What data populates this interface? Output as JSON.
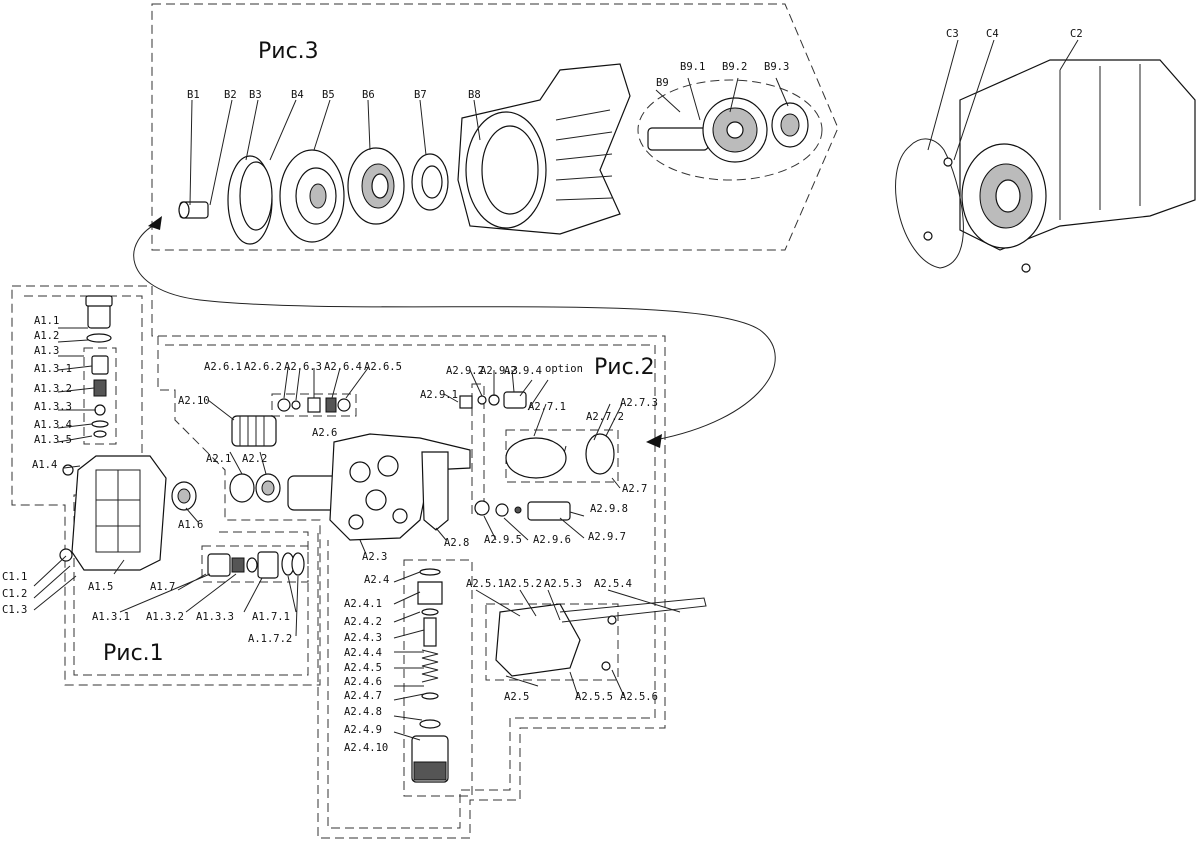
{
  "titles": {
    "fig1": "Рис.1",
    "fig2": "Рис.2",
    "fig3": "Рис.3"
  },
  "labels": {
    "B1": "B1",
    "B2": "B2",
    "B3": "B3",
    "B4": "B4",
    "B5": "B5",
    "B6": "B6",
    "B7": "B7",
    "B8": "B8",
    "B9": "B9",
    "B9_1": "B9.1",
    "B9_2": "B9.2",
    "B9_3": "B9.3",
    "C1_1": "C1.1",
    "C1_2": "C1.2",
    "C1_3": "C1.3",
    "C2": "C2",
    "C3": "C3",
    "C4": "C4",
    "A1_1": "A1.1",
    "A1_2": "A1.2",
    "A1_3": "A1.3",
    "A1_3_1": "A1.3.1",
    "A1_3_2": "A1.3.2",
    "A1_3_3": "A1.3.3",
    "A1_3_4": "A1.3.4",
    "A1_3_5": "A1.3.5",
    "A1_4": "A1.4",
    "A1_5": "A1.5",
    "A1_6": "A1.6",
    "A1_7": "A1.7",
    "A1_7_1": "A1.7.1",
    "A1_7_2": "A.1.7.2",
    "A1_3_1b": "A1.3.1",
    "A1_3_2b": "A1.3.2",
    "A1_3_3b": "A1.3.3",
    "A2_1": "A2.1",
    "A2_2": "A2.2",
    "A2_3": "A2.3",
    "A2_4": "A2.4",
    "A2_4_1": "A2.4.1",
    "A2_4_2": "A2.4.2",
    "A2_4_3": "A2.4.3",
    "A2_4_4": "A2.4.4",
    "A2_4_5": "A2.4.5",
    "A2_4_6": "A2.4.6",
    "A2_4_7": "A2.4.7",
    "A2_4_8": "A2.4.8",
    "A2_4_9": "A2.4.9",
    "A2_4_10": "A2.4.10",
    "A2_5": "A2.5",
    "A2_5_1": "A2.5.1",
    "A2_5_2": "A2.5.2",
    "A2_5_3": "A2.5.3",
    "A2_5_4": "A2.5.4",
    "A2_5_5": "A2.5.5",
    "A2_5_6": "A2.5.6",
    "A2_6": "A2.6",
    "A2_6_1": "A2.6.1",
    "A2_6_2": "A2.6.2",
    "A2_6_3": "A2.6.3",
    "A2_6_4": "A2.6.4",
    "A2_6_5": "A2.6.5",
    "A2_7": "A2.7",
    "A2_7_1": "A2.7.1",
    "A2_7_2": "A2.7.2",
    "A2_7_3": "A2.7.3",
    "A2_8": "A2.8",
    "A2_9_1": "A2.9.1",
    "A2_9_2": "A2.9.2",
    "A2_9_3": "A2.9.3",
    "A2_9_4": "A2.9.4",
    "A2_9_5": "A2.9.5",
    "A2_9_6": "A2.9.6",
    "A2_9_7": "A2.9.7",
    "A2_9_8": "A2.9.8",
    "A2_10": "A2.10",
    "option": "option"
  }
}
